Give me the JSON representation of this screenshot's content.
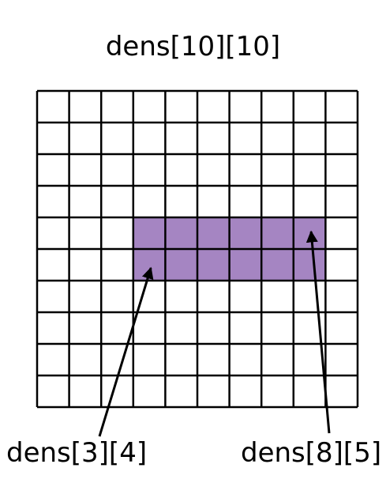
{
  "title": "dens[10][10]",
  "grid": {
    "columns": 10,
    "rows": 10
  },
  "highlight": {
    "col_start": 3,
    "col_end": 8,
    "row_start": 4,
    "row_end": 5,
    "color": "#a585c2"
  },
  "annotations": [
    {
      "text": "dens[3][4]",
      "col": 3,
      "row": 5
    },
    {
      "text": "dens[8][5]",
      "col": 8,
      "row": 4
    }
  ],
  "colors": {
    "line": "#000000",
    "background": "#ffffff"
  }
}
